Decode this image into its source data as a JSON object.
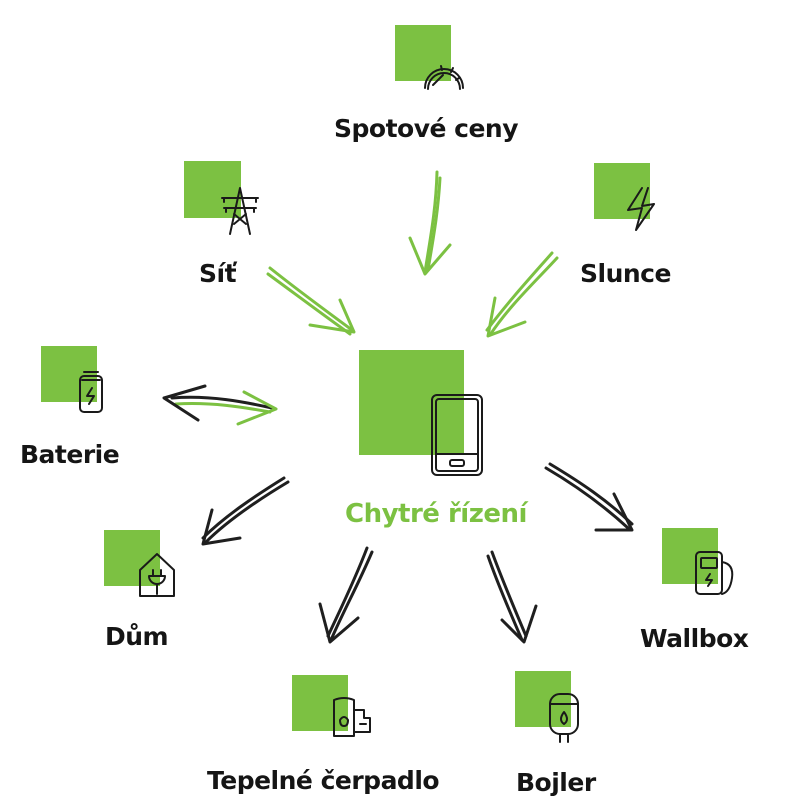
{
  "diagram": {
    "center": {
      "label": "Chytré řízení",
      "icon": "smartphone-icon",
      "label_color": "#7cc142"
    },
    "accent_color": "#7cc142",
    "inputs": [
      {
        "label": "Spotové ceny",
        "icon": "gauge-icon"
      },
      {
        "label": "Síť",
        "icon": "power-pylon-icon"
      },
      {
        "label": "Slunce",
        "icon": "lightning-icon"
      }
    ],
    "bidirectional": [
      {
        "label": "Baterie",
        "icon": "battery-icon"
      }
    ],
    "outputs": [
      {
        "label": "Dům",
        "icon": "house-plug-icon"
      },
      {
        "label": "Tepelné čerpadlo",
        "icon": "heat-pump-icon"
      },
      {
        "label": "Bojler",
        "icon": "boiler-icon"
      },
      {
        "label": "Wallbox",
        "icon": "charger-icon"
      }
    ]
  }
}
